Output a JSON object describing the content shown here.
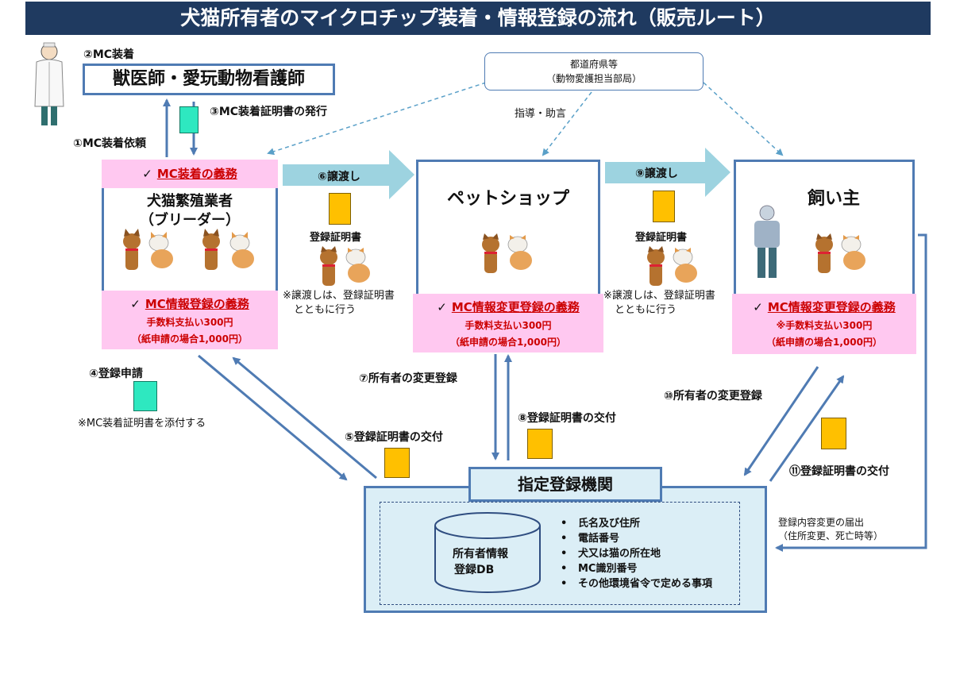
{
  "title": "犬猫所有者のマイクロチップ装着・情報登録の流れ（販売ルート）",
  "vet": {
    "step_label": "②MC装着",
    "name": "獣医師・愛玩動物看護師"
  },
  "prefecture": {
    "line1": "都道府県等",
    "line2": "（動物愛護担当部局）",
    "guidance": "指導・助言"
  },
  "steps": {
    "s1": "①MC装着依頼",
    "s3": "③MC装着証明書の発行",
    "s4": "④登録申請",
    "s4_note": "※MC装着証明書を添付する",
    "s5": "⑤登録証明書の交付",
    "s6": "⑥譲渡し",
    "s7": "⑦所有者の変更登録",
    "s8": "⑧登録証明書の交付",
    "s9": "⑨譲渡し",
    "s10": "⑩所有者の変更登録",
    "s11": "⑪登録証明書の交付"
  },
  "breeder": {
    "duty_top": "MC装着の義務",
    "name1": "犬猫繁殖業者",
    "name2": "（ブリーダー）",
    "duty_bottom": "MC情報登録の義務",
    "fee1": "手数料支払い300円",
    "fee2": "（紙申請の場合1,000円）"
  },
  "shop": {
    "name": "ペットショップ",
    "duty": "MC情報変更登録の義務",
    "fee1": "手数料支払い300円",
    "fee2": "（紙申請の場合1,000円）"
  },
  "owner": {
    "name": "飼い主",
    "duty": "MC情報変更登録の義務",
    "fee1": "※手数料支払い300円",
    "fee2": "（紙申請の場合1,000円）"
  },
  "transfer1": {
    "cert": "登録証明書",
    "note1": "※譲渡しは、登録証明書",
    "note2": "とともに行う"
  },
  "transfer2": {
    "cert": "登録証明書",
    "note1": "※譲渡しは、登録証明書",
    "note2": "とともに行う"
  },
  "registry": {
    "name": "指定登録機関",
    "db_line1": "所有者情報",
    "db_line2": "登録DB",
    "items": [
      "氏名及び住所",
      "電話番号",
      "犬又は猫の所在地",
      "MC識別番号",
      "その他環境省令で定める事項"
    ]
  },
  "change_notice": {
    "line1": "登録内容変更の届出",
    "line2": "（住所変更、死亡時等）"
  },
  "colors": {
    "title_bg": "#1f3a60",
    "box_border": "#4f7bb3",
    "arrow": "#4f7bb3",
    "pink": "#ffc8f0",
    "duty_red": "#cc0000",
    "cert_yellow": "#ffc000",
    "cert_green": "#2ee8c0",
    "transfer_arrow": "#9dd3e0",
    "registry_bg": "#dbeef6"
  },
  "icons": [
    "vet-icon",
    "person-icon",
    "dog-icon",
    "cat-icon",
    "database-icon",
    "certificate-icon"
  ]
}
